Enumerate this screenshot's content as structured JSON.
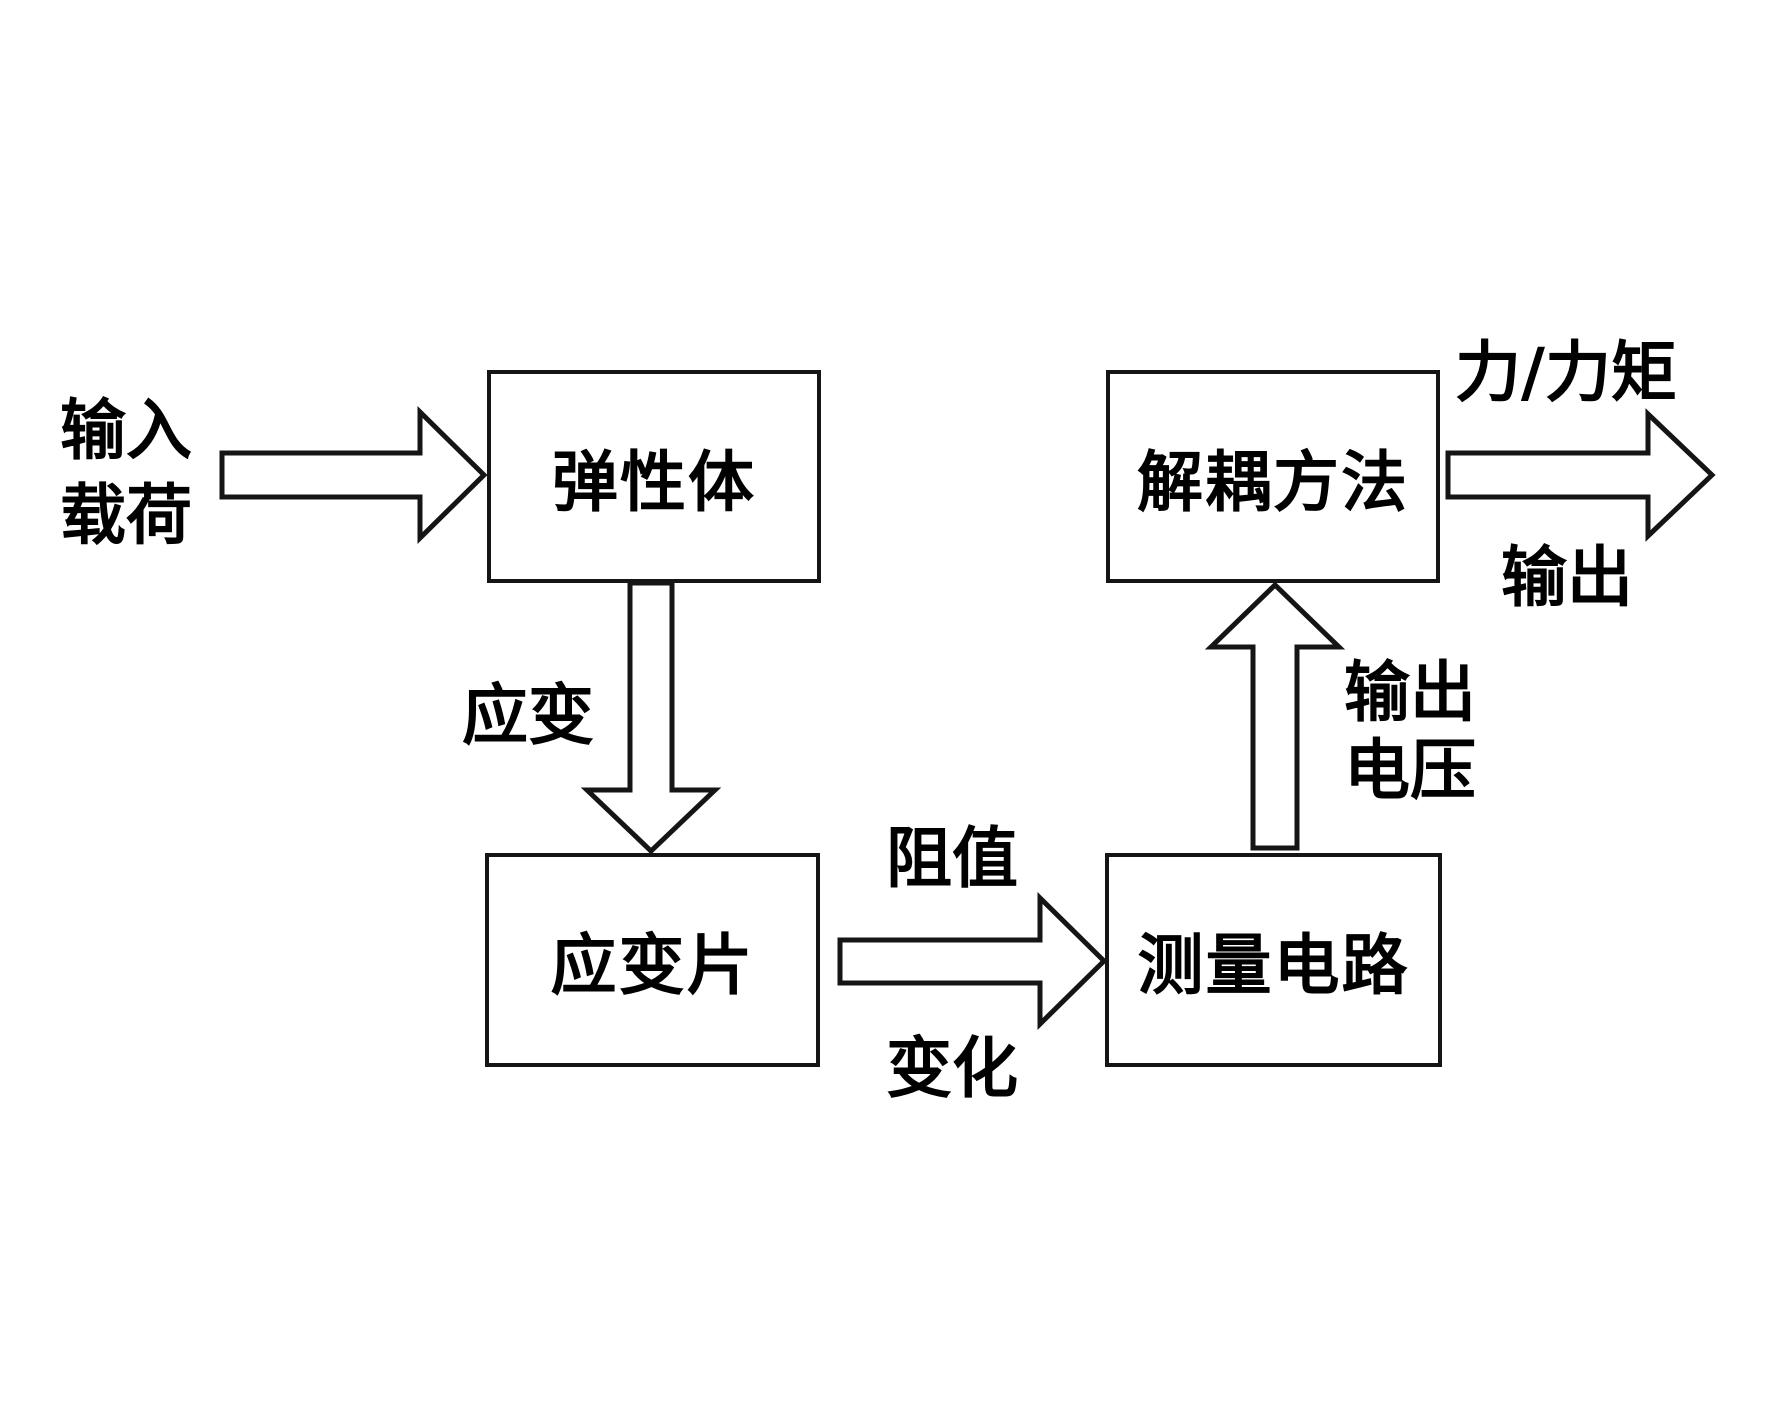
{
  "boxes": [
    {
      "name": "elastic-body",
      "label": "弹性体"
    },
    {
      "name": "strain-gauge",
      "label": "应变片"
    },
    {
      "name": "measurement-circuit",
      "label": "测量电路"
    },
    {
      "name": "decoupling-method",
      "label": "解耦方法"
    }
  ],
  "edge_labels": {
    "input_load": {
      "line1": "输入",
      "line2": "载荷"
    },
    "strain": "应变",
    "resistance_change": {
      "line1": "阻值",
      "line2": "变化"
    },
    "output_voltage": {
      "line1": "输出",
      "line2": "电压"
    },
    "force_torque": "力/力矩",
    "output": "输出"
  },
  "arrows": [
    {
      "name": "input-arrow",
      "direction": "right",
      "from": "输入载荷",
      "to": "弹性体"
    },
    {
      "name": "strain-down-arrow",
      "direction": "down",
      "from": "弹性体",
      "to": "应变片"
    },
    {
      "name": "resistance-right-arrow",
      "direction": "right",
      "from": "应变片",
      "to": "测量电路"
    },
    {
      "name": "voltage-up-arrow",
      "direction": "up",
      "from": "测量电路",
      "to": "解耦方法"
    },
    {
      "name": "output-right-arrow",
      "direction": "right",
      "from": "解耦方法",
      "to": "力/力矩 输出"
    }
  ],
  "colors": {
    "background": "#ffffff",
    "line": "#151515",
    "text": "#000000",
    "arrow_fill": "#ffffff"
  }
}
